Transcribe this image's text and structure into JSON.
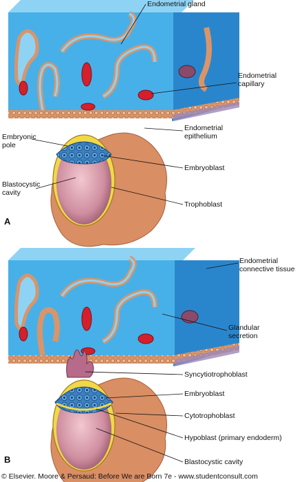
{
  "panels": [
    {
      "letter": "A",
      "labels": {
        "endometrial_gland": "Endometrial gland",
        "endometrial_capillary": "Endometrial\ncapillary",
        "embryonic_pole": "Embryonic\npole",
        "endometrial_epithelium": "Endometrial\nepithelium",
        "embryoblast": "Embryoblast",
        "blastocystic_cavity": "Blastocystic\ncavity",
        "trophoblast": "Trophoblast"
      }
    },
    {
      "letter": "B",
      "labels": {
        "endometrial_connective_tissue": "Endometrial\nconnective tissue",
        "glandular_secretion": "Glandular\nsecretion",
        "syncytiotrophoblast": "Syncytiotrophoblast",
        "embryoblast": "Embryoblast",
        "cytotrophoblast": "Cytotrophoblast",
        "hypoblast": "Hypoblast (primary endoderm)",
        "blastocystic_cavity": "Blastocystic cavity"
      }
    }
  ],
  "copyright": "© Elsevier. Moore & Persaud: Before We are Born 7e - www.studentconsult.com",
  "colors": {
    "tissue_front": "#48b0e8",
    "tissue_side": "#2a86cc",
    "tissue_top": "#8fd3f4",
    "epithelium": "#d9956a",
    "capillary": "#d4202c",
    "trophoblast_outer": "#d98e64",
    "cavity": "#c9889a",
    "embryoblast": "#3b80c0",
    "cytotrophoblast": "#f0d848"
  }
}
